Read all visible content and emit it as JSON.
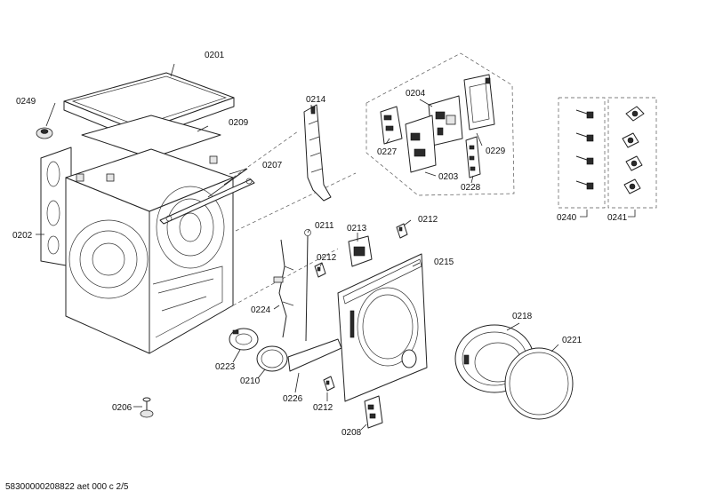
{
  "labels": {
    "p0201": "0201",
    "p0249": "0249",
    "p0209": "0209",
    "p0207": "0207",
    "p0202": "0202",
    "p0214": "0214",
    "p0204": "0204",
    "p0227": "0227",
    "p0229": "0229",
    "p0203": "0203",
    "p0228": "0228",
    "p0211": "0211",
    "p0213": "0213",
    "p0212a": "0212",
    "p0212b": "0212",
    "p0212c": "0212",
    "p0215": "0215",
    "p0224": "0224",
    "p0218": "0218",
    "p0221": "0221",
    "p0223": "0223",
    "p0210": "0210",
    "p0226": "0226",
    "p0208": "0208",
    "p0206": "0206",
    "p0240": "0240",
    "p0241": "0241"
  },
  "footer": {
    "doc_id": "58300000208822 aet 000 c 2/5"
  }
}
